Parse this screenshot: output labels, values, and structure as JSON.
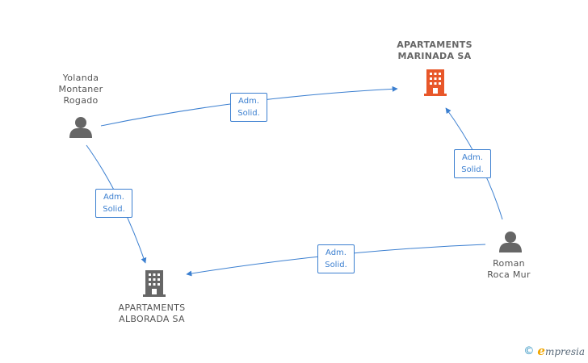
{
  "nodes": {
    "yolanda": {
      "label": "Yolanda\nMontaner\nRogado",
      "icon": "person-icon"
    },
    "marinada": {
      "label": "APARTAMENTS\nMARINADA SA",
      "icon": "building-icon",
      "color": "#e8572a"
    },
    "alborada": {
      "label": "APARTAMENTS\nALBORADA SA",
      "icon": "building-icon",
      "color": "#666666"
    },
    "roman": {
      "label": "Roman\nRoca Mur",
      "icon": "person-icon"
    }
  },
  "edges": [
    {
      "label": "Adm.\nSolid."
    },
    {
      "label": "Adm.\nSolid."
    },
    {
      "label": "Adm.\nSolid."
    },
    {
      "label": "Adm.\nSolid."
    }
  ],
  "colors": {
    "edge": "#3b7fd0",
    "person": "#666666"
  },
  "footer": {
    "copyright": "©",
    "brand_e": "e",
    "brand_rest": "mpresia"
  }
}
